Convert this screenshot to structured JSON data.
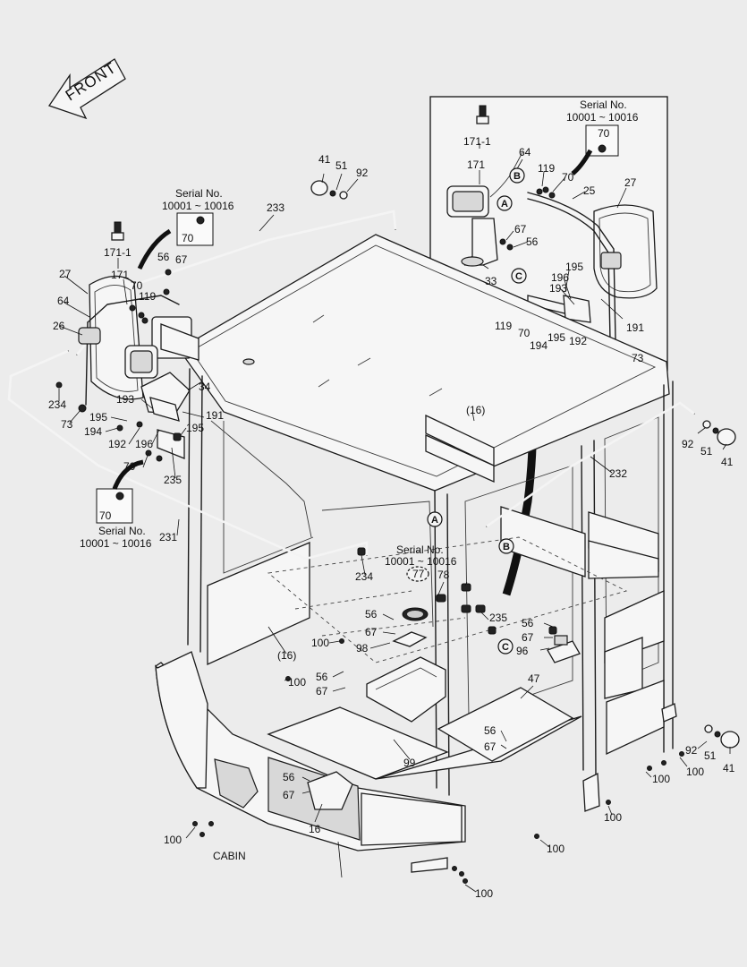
{
  "diagram": {
    "orientation_label": "FRONT",
    "title": "CABIN",
    "detail_refs": [
      "A",
      "B",
      "C"
    ],
    "boxed_part": "70",
    "serial_label": "Serial No.",
    "serial_range": "10001 ~ 10016",
    "callouts": [
      {
        "id": "171-1",
        "label": "171-1"
      },
      {
        "id": "171",
        "label": "171"
      },
      {
        "id": "64",
        "label": "64"
      },
      {
        "id": "119",
        "label": "119"
      },
      {
        "id": "70",
        "label": "70"
      },
      {
        "id": "27",
        "label": "27"
      },
      {
        "id": "25",
        "label": "25"
      },
      {
        "id": "67",
        "label": "67"
      },
      {
        "id": "56",
        "label": "56"
      },
      {
        "id": "33",
        "label": "33"
      },
      {
        "id": "195",
        "label": "195"
      },
      {
        "id": "196",
        "label": "196"
      },
      {
        "id": "193",
        "label": "193"
      },
      {
        "id": "191",
        "label": "191"
      },
      {
        "id": "194",
        "label": "194"
      },
      {
        "id": "192",
        "label": "192"
      },
      {
        "id": "73",
        "label": "73"
      },
      {
        "id": "41",
        "label": "41"
      },
      {
        "id": "51",
        "label": "51"
      },
      {
        "id": "92",
        "label": "92"
      },
      {
        "id": "233",
        "label": "233"
      },
      {
        "id": "26",
        "label": "26"
      },
      {
        "id": "34",
        "label": "34"
      },
      {
        "id": "234",
        "label": "234"
      },
      {
        "id": "235",
        "label": "235"
      },
      {
        "id": "231",
        "label": "231"
      },
      {
        "id": "232",
        "label": "232"
      },
      {
        "id": "16",
        "label": "(16)"
      },
      {
        "id": "77",
        "label": "77"
      },
      {
        "id": "78",
        "label": "78"
      },
      {
        "id": "72",
        "label": "72"
      },
      {
        "id": "98",
        "label": "98"
      },
      {
        "id": "100",
        "label": "100"
      },
      {
        "id": "96",
        "label": "96"
      },
      {
        "id": "47",
        "label": "47"
      },
      {
        "id": "99",
        "label": "99"
      },
      {
        "id": "16b",
        "label": "16"
      }
    ]
  }
}
